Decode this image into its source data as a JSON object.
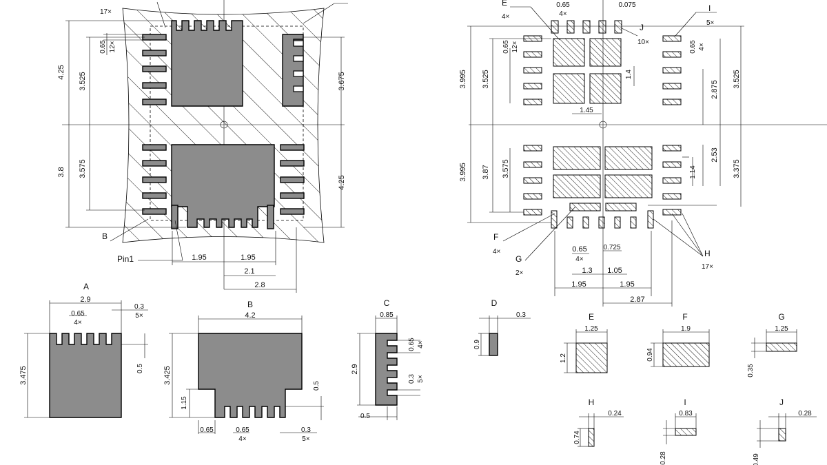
{
  "left_view": {
    "top_labels": [
      "17×",
      "12×"
    ],
    "dims": {
      "pitch": "0.65",
      "d_4_25a": "4.25",
      "d_3_525": "3.525",
      "d_3_675": "3.675",
      "d_3_8": "3.8",
      "d_3_575": "3.575",
      "d_4_25b": "4.25",
      "d_1_95a": "1.95",
      "d_1_95b": "1.95",
      "d_2_1": "2.1",
      "d_2_8": "2.8"
    },
    "callouts": {
      "b": "B",
      "pin1": "Pin1"
    }
  },
  "right_view": {
    "callouts": {
      "e": "E",
      "e_count": "4×",
      "j": "J",
      "j_count": "10×",
      "i": "I",
      "i_count": "5×",
      "f": "F",
      "f_count": "4×",
      "g": "G",
      "g_count": "2×",
      "h": "H",
      "h_count": "17×"
    },
    "dims": {
      "top_pitch": "0.65",
      "top_pitch_count": "4×",
      "offset": "0.075",
      "left_pitch": "0.65",
      "left_pitch_count": "12×",
      "right_pitch": "0.65",
      "right_pitch_count": "4×",
      "d_3_995a": "3.995",
      "d_3_525a": "3.525",
      "d_1_4": "1.4",
      "d_1_45": "1.45",
      "d_2_875": "2.875",
      "d_3_525b": "3.525",
      "d_3_995b": "3.995",
      "d_3_87": "3.87",
      "d_3_575": "3.575",
      "d_1_14": "1.14",
      "d_2_53": "2.53",
      "d_3_375": "3.375",
      "d_0_65": "0.65",
      "d_0_65_count": "4×",
      "d_0_725": "0.725",
      "d_1_3": "1.3",
      "d_1_05": "1.05",
      "d_1_95a": "1.95",
      "d_1_95b": "1.95",
      "d_2_87": "2.87"
    }
  },
  "details": {
    "a": {
      "title": "A",
      "w": "2.9",
      "h": "3.475",
      "pitch": "0.65",
      "pitch_count": "4×",
      "slot_w": "0.3",
      "slot_count": "5×",
      "slot_h": "0.5"
    },
    "b": {
      "title": "B",
      "w": "4.2",
      "h": "3.425",
      "step": "1.15",
      "side": "0.65",
      "pitch": "0.65",
      "pitch_count": "4×",
      "slot_w": "0.3",
      "slot_count": "5×",
      "slot_h": "0.5"
    },
    "c": {
      "title": "C",
      "w": "0.85",
      "h": "2.9",
      "pitch": "0.65",
      "pitch_count": "4×",
      "slot": "0.3",
      "slot_count": "5×",
      "depth": "0.5"
    },
    "d": {
      "title": "D",
      "w": "0.3",
      "h": "0.9"
    },
    "e": {
      "title": "E",
      "w": "1.25",
      "h": "1.2"
    },
    "f": {
      "title": "F",
      "w": "1.9",
      "h": "0.94"
    },
    "g": {
      "title": "G",
      "w": "1.25",
      "h": "0.35"
    },
    "h": {
      "title": "H",
      "w": "0.24",
      "h": "0.74"
    },
    "i": {
      "title": "I",
      "w": "0.83",
      "h": "0.28"
    },
    "j": {
      "title": "J",
      "w": "0.28",
      "h": "0.49"
    }
  }
}
